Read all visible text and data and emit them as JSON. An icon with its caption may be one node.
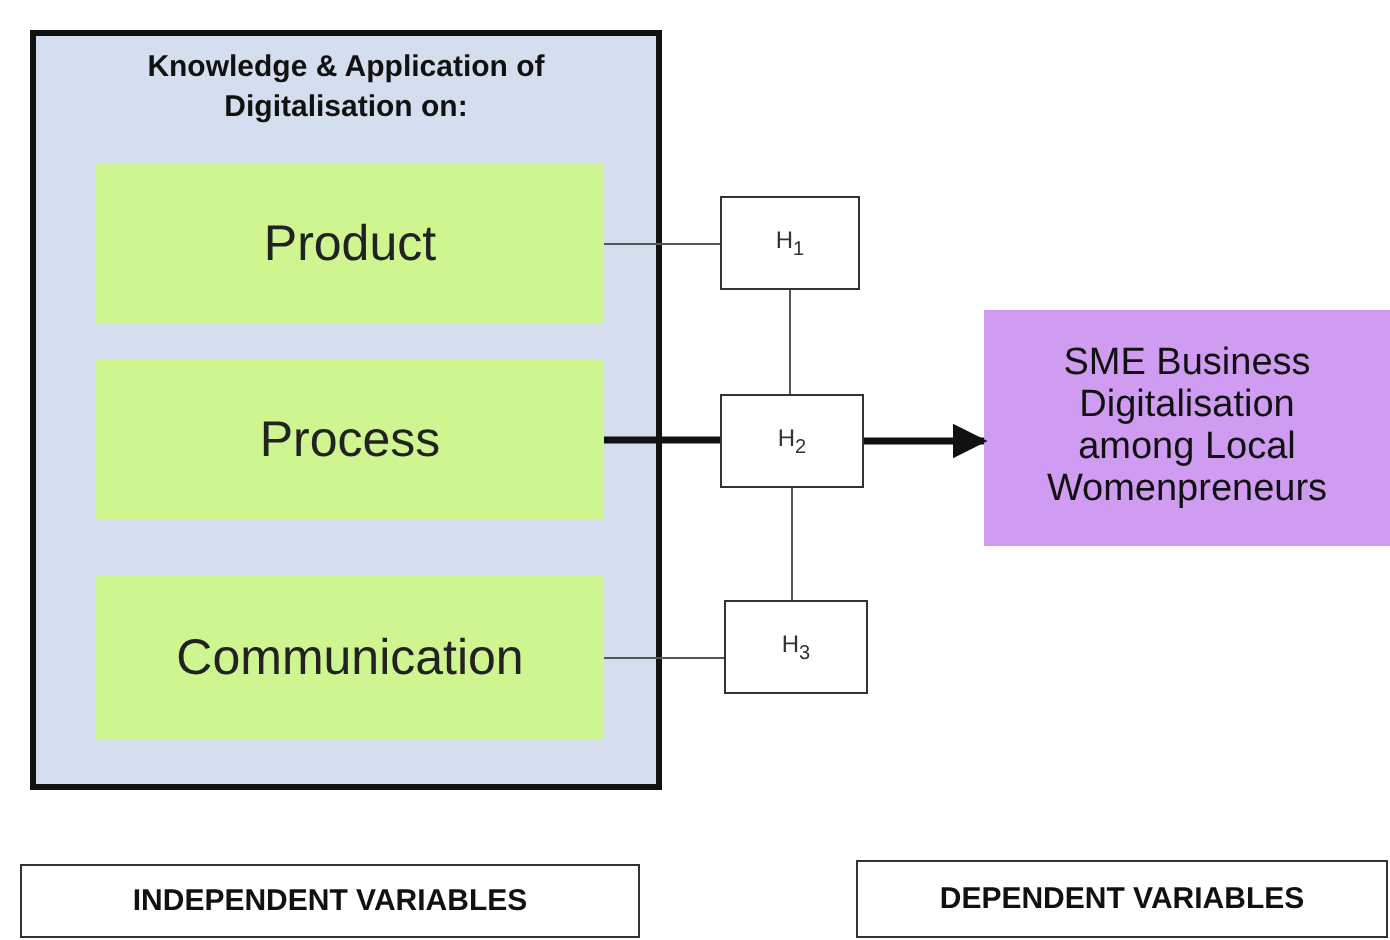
{
  "diagram": {
    "nodes": [
      {
        "text": [
          "Knowledge & Application of Digitalisation on:"
        ]
      },
      {
        "text": [
          "Product"
        ],
        "in": 0
      },
      {
        "text": [
          "Process"
        ],
        "in": 0
      },
      {
        "text": [
          "Communication"
        ],
        "in": 0
      },
      {
        "text": [
          "H$_{1}$"
        ]
      },
      {
        "text": [
          "H$_{2}$"
        ]
      },
      {
        "text": [
          "H$_{3}$"
        ]
      },
      {
        "text": [
          "SME Business Digitalisation among Local Womenpreneurs"
        ]
      },
      {
        "text": [
          "INDEPENDENT VARIABLES"
        ]
      },
      {
        "text": [
          "DEPENDENT VARIABLES"
        ]
      }
    ],
    "edges": [
      {
        "from": 1,
        "to": 4,
        "arrow": "none"
      },
      {
        "from": 2,
        "to": 5,
        "arrow": "none",
        "style": "thick"
      },
      {
        "from": 3,
        "to": 6,
        "arrow": "none"
      },
      {
        "from": 4,
        "to": 5,
        "arrow": "none"
      },
      {
        "from": 5,
        "to": 6,
        "arrow": "none"
      },
      {
        "from": 5,
        "to": 7,
        "arrow": "to",
        "style": "thick"
      }
    ]
  }
}
